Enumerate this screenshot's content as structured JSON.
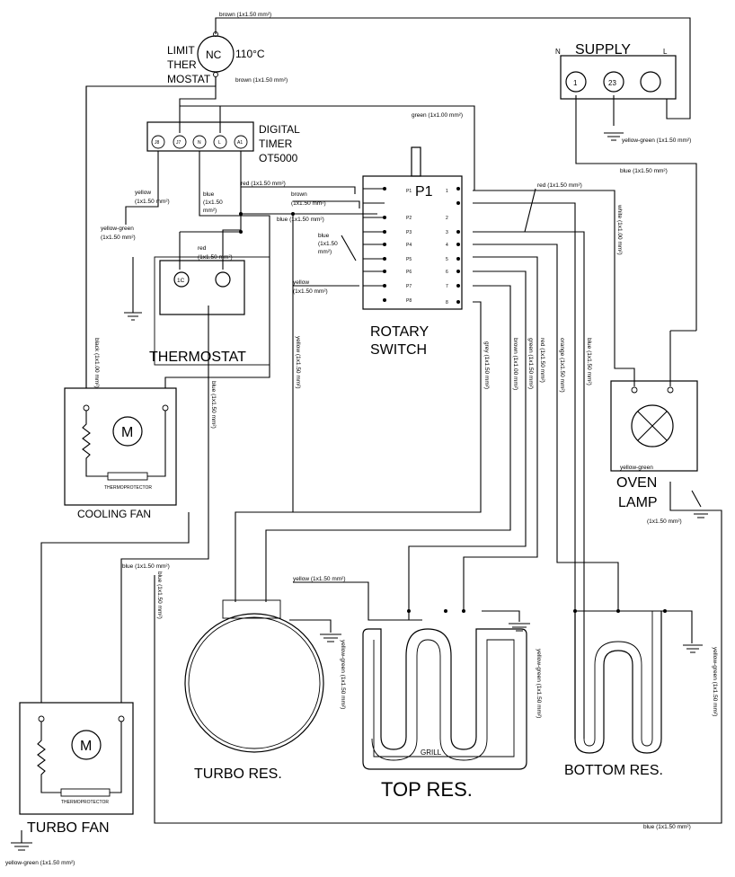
{
  "components": {
    "limit_thermostat": {
      "l1": "LIMIT",
      "l2": "THER",
      "l3": "MOSTAT",
      "contact": "NC",
      "temp": "110°C"
    },
    "supply": {
      "title": "SUPPLY",
      "n": "N",
      "l": "L",
      "t1": "1",
      "t2": "23"
    },
    "digital_timer": {
      "l1": "DIGITAL",
      "l2": "TIMER",
      "l3": "OT5000",
      "terms": [
        "J8",
        "J7",
        "N",
        "L",
        "A1"
      ]
    },
    "rotary_switch": {
      "l1": "ROTARY",
      "l2": "SWITCH",
      "id": "P1",
      "left_pins": [
        "P1",
        "P2",
        "P3",
        "P4",
        "P5",
        "P6",
        "P7",
        "P8"
      ],
      "right_pins": [
        "1",
        "2",
        "3",
        "4",
        "5",
        "6",
        "7",
        "8"
      ]
    },
    "thermostat": {
      "title": "THERMOSTAT",
      "term": "1C"
    },
    "cooling_fan": {
      "title": "COOLING FAN",
      "motor": "M",
      "protector": "THERMOPROTECTOR"
    },
    "turbo_fan": {
      "title": "TURBO FAN",
      "motor": "M",
      "protector": "THERMOPROTECTOR"
    },
    "oven_lamp": {
      "l1": "OVEN",
      "l2": "LAMP"
    },
    "turbo_res": {
      "title": "TURBO RES."
    },
    "top_res": {
      "title": "TOP RES.",
      "grill": "GRILL"
    },
    "bottom_res": {
      "title": "BOTTOM RES."
    }
  },
  "wire_labels": {
    "brown_top": "brown (1x1.50 mm²)",
    "brown_mostat": "brown (1x1.50 mm²)",
    "green_timer": "green (1x1.00 mm²)",
    "yg_supply": "yellow-green (1x1.50 mm²)",
    "blue_supply": "blue (1x1.50 mm²)",
    "white_lamp": "white (1x1.00 mm²)",
    "red_right": "red (1x1.50 mm²)",
    "red_timer": "red (1x1.50 mm²)",
    "brown_sw_1": "brown",
    "brown_sw_2": "(1x1.50 mm²)",
    "blue_sw": "blue (1x1.50 mm²)",
    "blue_p5_1": "blue",
    "blue_p5_2": "(1x1.50",
    "blue_p5_3": "mm²)",
    "yellow_p7_1": "yellow",
    "yellow_p7_2": "(1x1.50 mm²)",
    "yellow_timer_1": "yellow",
    "yellow_timer_2": "(1x1.50 mm²)",
    "blue_timer_1": "blue",
    "blue_timer_2": "(1x1.50",
    "blue_timer_3": "mm²)",
    "yg_thermo_1": "yellow-green",
    "yg_thermo_2": "(1x1.50 mm²)",
    "red_thermo_1": "red",
    "red_thermo_2": "(1x1.50 mm²)",
    "black_fan": "black (1x1.00 mm²)",
    "blue_fan": "blue (1x1.50 mm²)",
    "yellow_mid": "yellow (1x1.50 mm²)",
    "grey": "grey (1x1.50 mm²)",
    "brown_res": "brown (1x1.00 mm²)",
    "green_res": "green (1x1.50 mm²)",
    "red_res": "red (1x1.50 mm²)",
    "orange_res": "orange (1x1.50 mm²)",
    "blue_res": "blue (1x1.50 mm²)",
    "yg_lamp_1": "yellow-green",
    "yg_lamp_2": "(1x1.50 mm²)",
    "blue_turbo": "blue (1x1.50 mm²)",
    "blue_turbo_v": "blue (1x1.50 mm²)",
    "yellow_turbo": "yellow (1x1.50 mm²)",
    "yg_turbo_res": "yellow-green (1x1.50 mm²)",
    "yg_top_res": "yellow-green (1x1.50 mm²)",
    "yg_bottom_res": "yellow-green (1x1.50 mm²)",
    "blue_bottom": "blue (1x1.50 mm²)",
    "yg_turbo_fan": "yellow-green (1x1.50 mm²)"
  }
}
